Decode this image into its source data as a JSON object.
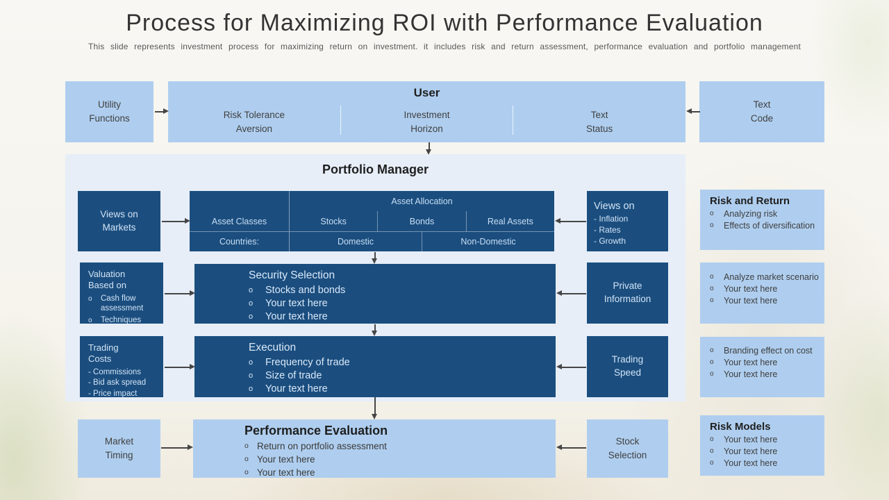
{
  "ui": {
    "bullet_char": "o"
  },
  "colors": {
    "dark_blue": "#1b4e7f",
    "light_blue": "#afceef",
    "panel_blue": "#e7eef8",
    "background": "#f6f4ee",
    "arrow": "#454545"
  },
  "header": {
    "title": "Process for Maximizing ROI with Performance Evaluation",
    "subtitle": "This slide represents investment process for maximizing return on investment. it includes risk and return assessment, performance evaluation and portfolio management"
  },
  "top": {
    "utility": {
      "label": "Utility\nFunctions"
    },
    "user": {
      "title": "User",
      "columns": [
        "Risk Tolerance\nAversion",
        "Investment\nHorizon",
        "Text\nStatus"
      ]
    },
    "text_code": {
      "label": "Text\nCode"
    }
  },
  "portfolio": {
    "title": "Portfolio Manager",
    "views_markets": {
      "label": "Views on\nMarkets"
    },
    "asset_table": {
      "header": "Asset Allocation",
      "row_label_classes": "Asset Classes",
      "classes": [
        "Stocks",
        "Bonds",
        "Real Assets"
      ],
      "row_label_countries": "Countries:",
      "countries": [
        "Domestic",
        "Non-Domestic"
      ]
    },
    "views_on": {
      "title": "Views on",
      "items": [
        "- Inflation",
        "- Rates",
        "- Growth"
      ]
    },
    "valuation": {
      "title": "Valuation\nBased on",
      "bullets": [
        "Cash flow assessment",
        "Techniques"
      ]
    },
    "security": {
      "title": "Security Selection",
      "bullets": [
        "Stocks and bonds",
        "Your text here",
        "Your text here"
      ]
    },
    "private_info": {
      "label": "Private\nInformation"
    },
    "trading_costs": {
      "title": "Trading\nCosts",
      "items": [
        "- Commissions",
        "- Bid ask spread",
        "- Price impact"
      ]
    },
    "execution": {
      "title": "Execution",
      "bullets": [
        "Frequency of trade",
        "Size of trade",
        "Your text here"
      ]
    },
    "trading_speed": {
      "label": "Trading\nSpeed"
    }
  },
  "bottom": {
    "market_timing": {
      "label": "Market\nTiming"
    },
    "performance": {
      "title": "Performance Evaluation",
      "bullets": [
        "Return on portfolio assessment",
        "Your text here",
        "Your text here"
      ]
    },
    "stock_selection": {
      "label": "Stock\nSelection"
    }
  },
  "right_column": {
    "risk_return": {
      "title": "Risk and Return",
      "bullets": [
        "Analyzing risk",
        "Effects of diversification"
      ]
    },
    "market_scenario": {
      "bullets": [
        "Analyze market scenario",
        "Your text here",
        "Your text here"
      ]
    },
    "branding": {
      "bullets": [
        "Branding effect on cost",
        "Your text here",
        "Your text here"
      ]
    },
    "risk_models": {
      "title": "Risk Models",
      "bullets": [
        "Your text here",
        "Your text here",
        "Your text here"
      ]
    }
  }
}
